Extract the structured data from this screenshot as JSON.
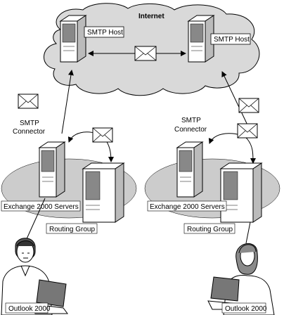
{
  "internet": {
    "label": "Internet"
  },
  "left_site": {
    "smtp_host_label": "SMTP Host",
    "connector_label_line1": "SMTP",
    "connector_label_line2": "Connector",
    "servers_label": "Exchange 2000 Servers",
    "routing_group_label": "Routing Group",
    "client_label": "Outlook 2000"
  },
  "right_site": {
    "smtp_host_label": "SMTP Host",
    "connector_label_line1": "SMTP",
    "connector_label_line2": "Connector",
    "servers_label": "Exchange 2000 Servers",
    "routing_group_label": "Routing Group",
    "client_label": "Outlook 2000"
  },
  "colors": {
    "cloud_fill": "#d9d9d9",
    "group_fill": "#cccccc",
    "line": "#000000"
  }
}
